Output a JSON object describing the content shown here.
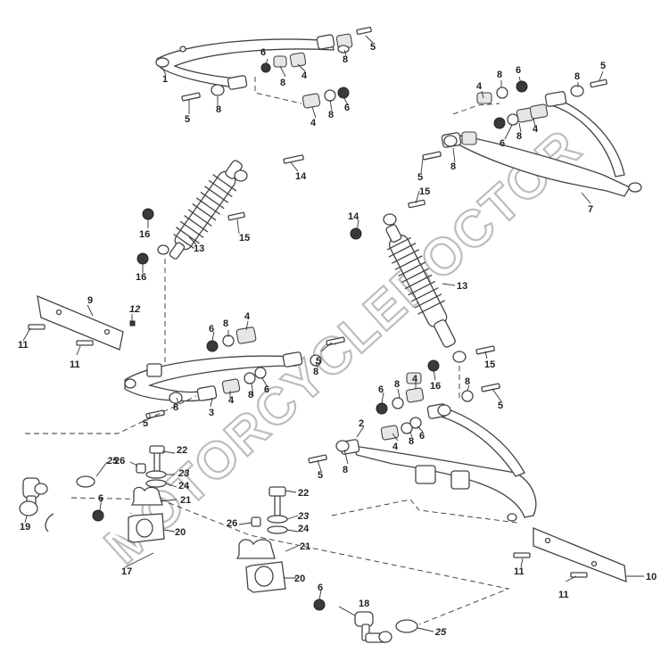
{
  "watermark": "MOTORCYCLEDOCTOR",
  "part_numbers": [
    "1",
    "2",
    "3",
    "4",
    "5",
    "6",
    "7",
    "8",
    "9",
    "10",
    "11",
    "12",
    "13",
    "14",
    "15",
    "16",
    "17",
    "19",
    "20",
    "21",
    "22",
    "23",
    "24",
    "25",
    "26"
  ],
  "labels": {
    "n1": "1",
    "n2": "2",
    "n3": "3",
    "n4": "4",
    "n5": "5",
    "n6": "6",
    "n7": "7",
    "n8": "8",
    "n9": "9",
    "n10": "10",
    "n11": "11",
    "n12": "12",
    "n13": "13",
    "n14": "14",
    "n15": "15",
    "n16": "16",
    "n17": "17",
    "n18": "18",
    "n19": "19",
    "n20": "20",
    "n21": "21",
    "n22": "22",
    "n23": "23",
    "n24": "24",
    "n25": "25",
    "n26": "26"
  },
  "italic_numbers": [
    "12",
    "23",
    "25"
  ],
  "colors": {
    "line": "#444444",
    "watermark": "#bdbdbd",
    "bushing": "#e6e6e6",
    "nut": "#3a3a3a"
  }
}
